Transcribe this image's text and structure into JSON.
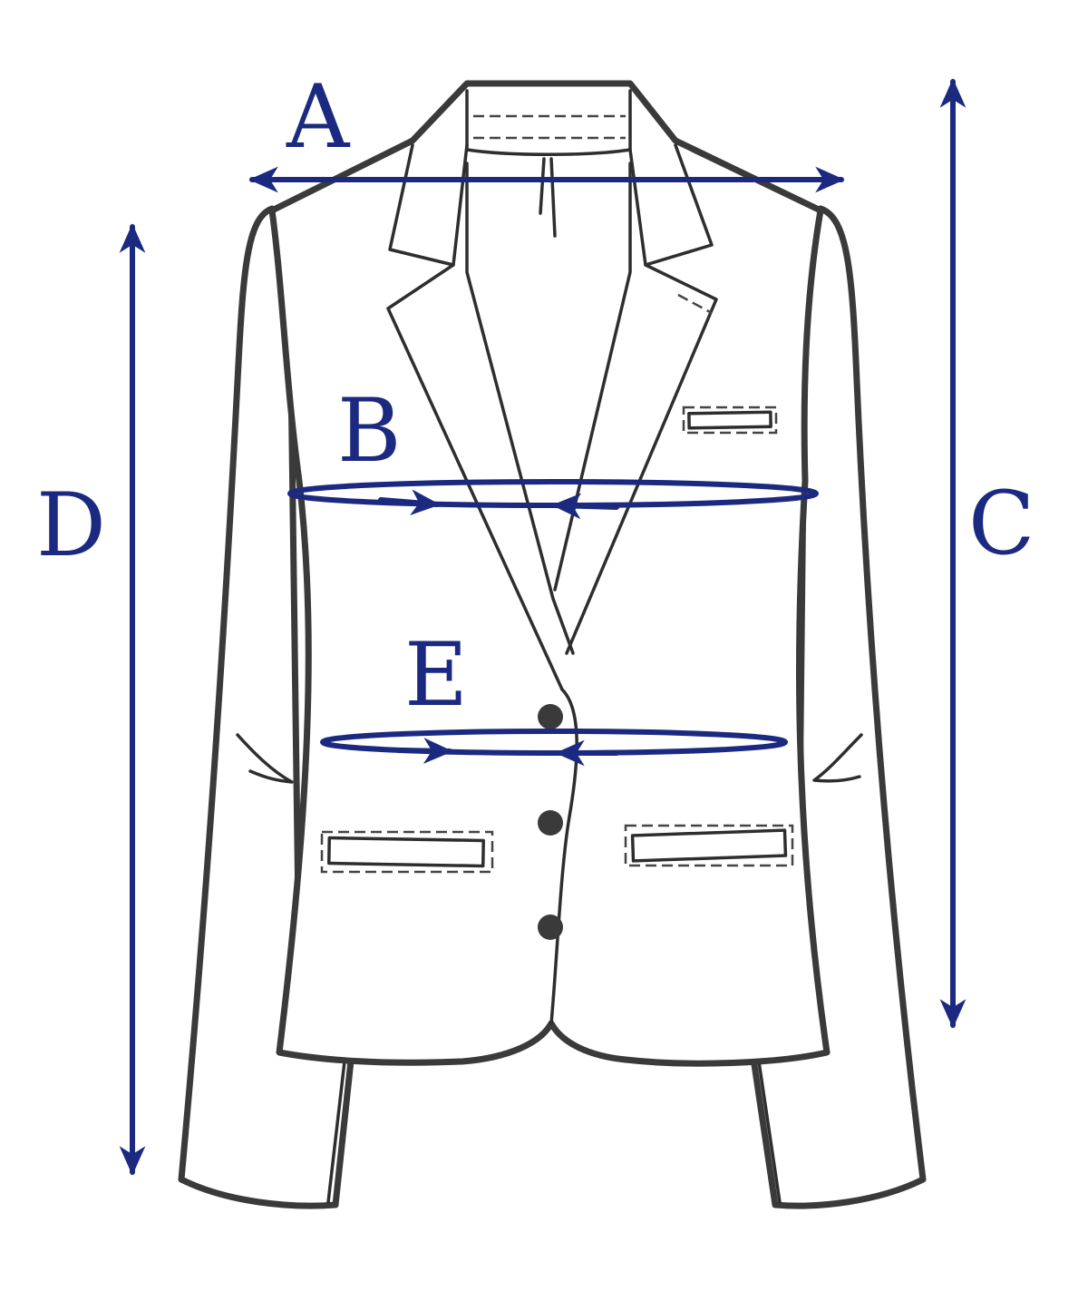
{
  "colors": {
    "accent": "#1b2a80",
    "outline": "#3a3a3a"
  },
  "labels": {
    "a": "A",
    "b": "B",
    "c": "C",
    "d": "D",
    "e": "E"
  }
}
